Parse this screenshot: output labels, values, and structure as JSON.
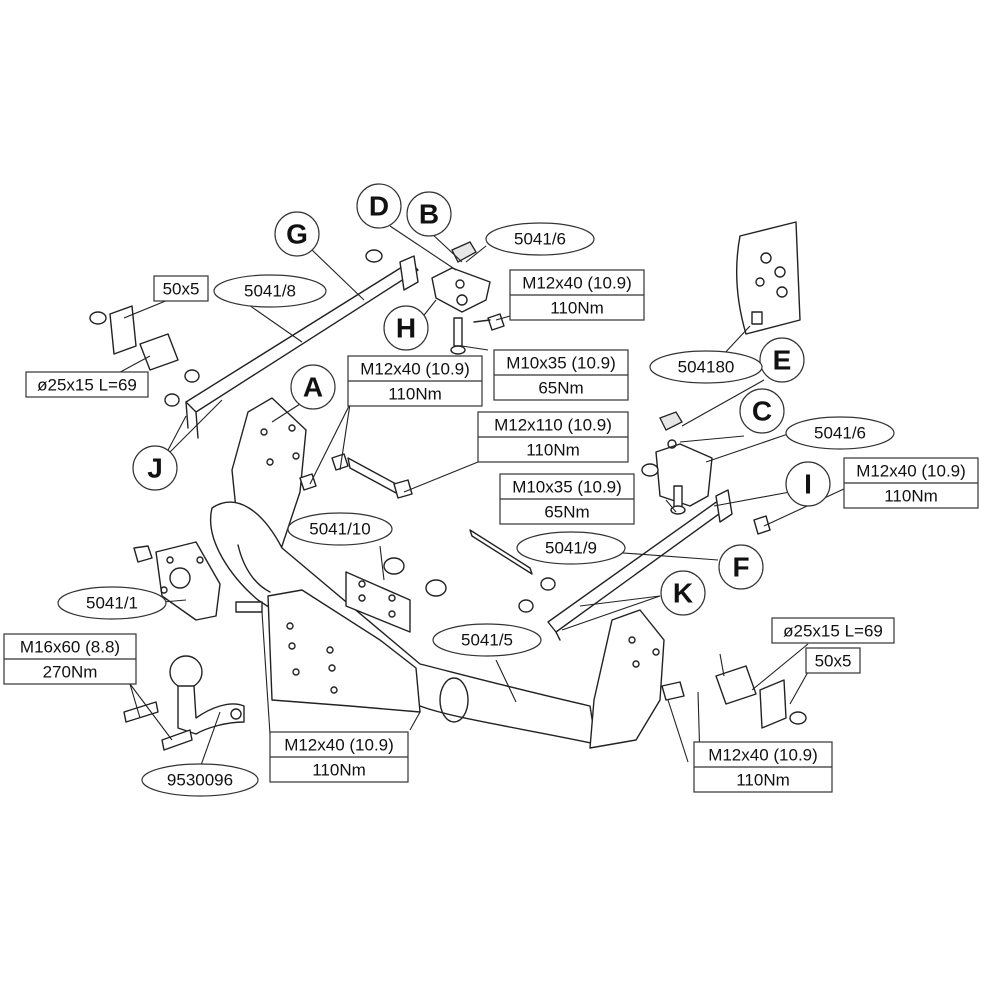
{
  "letters": {
    "A": "A",
    "B": "B",
    "C": "C",
    "D": "D",
    "E": "E",
    "F": "F",
    "G": "G",
    "H": "H",
    "I": "I",
    "J": "J",
    "K": "K"
  },
  "parts": {
    "p5041_6_top": "5041/6",
    "p5041_8": "5041/8",
    "p504180": "504180",
    "p5041_6_right": "5041/6",
    "p5041_10": "5041/10",
    "p5041_9": "5041/9",
    "p5041_1": "5041/1",
    "p5041_5": "5041/5",
    "p9530096": "9530096"
  },
  "specs": {
    "spacer_top_left": {
      "line1": "50x5"
    },
    "tube_left": {
      "line1": "ø25x15 L=69"
    },
    "bolt_top_right": {
      "line1": "M12x40 (10.9)",
      "line2": "110Nm"
    },
    "bolt_h": {
      "line1": "M10x35 (10.9)",
      "line2": "65Nm"
    },
    "bolt_left_mid": {
      "line1": "M12x40 (10.9)",
      "line2": "110Nm"
    },
    "bolt_long": {
      "line1": "M12x110 (10.9)",
      "line2": "110Nm"
    },
    "bolt_c": {
      "line1": "M10x35 (10.9)",
      "line2": "65Nm"
    },
    "bolt_i": {
      "line1": "M12x40 (10.9)",
      "line2": "110Nm"
    },
    "tube_right": {
      "line1": "ø25x15 L=69"
    },
    "spacer_bottom_right": {
      "line1": "50x5"
    },
    "ball_bolt": {
      "line1": "M16x60 (8.8)",
      "line2": "270Nm"
    },
    "bolt_center_bottom": {
      "line1": "M12x40 (10.9)",
      "line2": "110Nm"
    },
    "bolt_bottom_right": {
      "line1": "M12x40 (10.9)",
      "line2": "110Nm"
    }
  }
}
